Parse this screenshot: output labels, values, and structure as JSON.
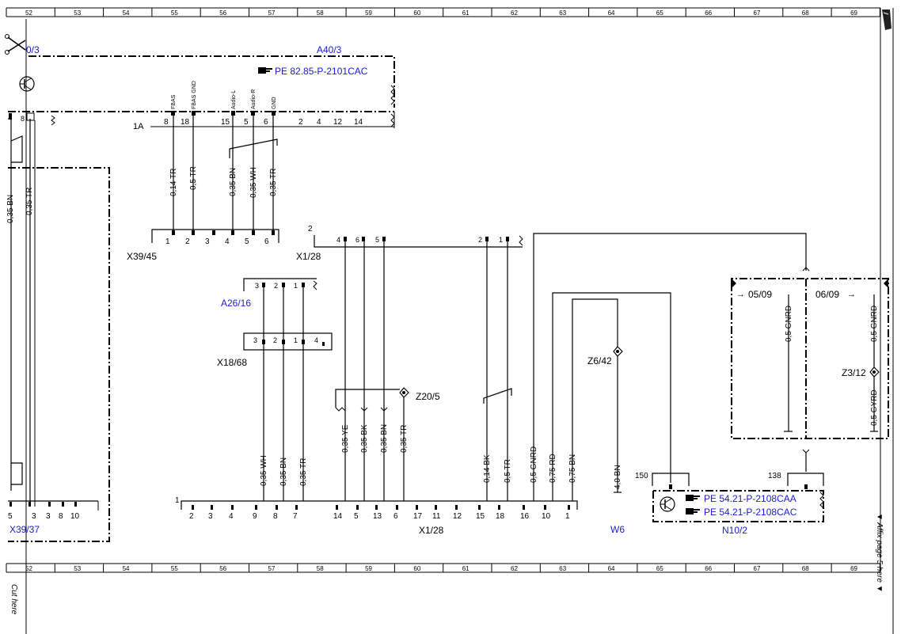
{
  "ruler": {
    "top": [
      "52",
      "53",
      "54",
      "55",
      "56",
      "57",
      "58",
      "59",
      "60",
      "61",
      "62",
      "63",
      "64",
      "65",
      "66",
      "67",
      "68",
      "69"
    ],
    "bottom": [
      "52",
      "53",
      "54",
      "55",
      "56",
      "57",
      "58",
      "59",
      "60",
      "61",
      "62",
      "63",
      "64",
      "65",
      "66",
      "67",
      "68",
      "69"
    ]
  },
  "margin_notes": {
    "cut_here": "Cut here",
    "affix": "▼ Affix page 5 here ▼"
  },
  "components": {
    "a40_ref_left": "0/3",
    "a40": "A40/3",
    "a40_pe": "PE 82.85-P-2101CAC",
    "a40_pin_names": [
      "FBAS",
      "FBAS GND",
      "Audio-L",
      "Audio-R",
      "GND"
    ],
    "a40_pins": [
      "8",
      "18",
      "15",
      "5",
      "6",
      "2",
      "4",
      "12",
      "14"
    ],
    "conn_1a": "1A",
    "x39_45": "X39/45",
    "x39_45_pins": [
      "1",
      "2",
      "3",
      "4",
      "5",
      "6"
    ],
    "x1_28_top": "X1/28",
    "x1_28_top_marker": "2",
    "x1_28_top_pins": [
      "4",
      "6",
      "5",
      "2",
      "1"
    ],
    "a26_16": "A26/16",
    "a26_16_pins": [
      "3",
      "2",
      "1"
    ],
    "x18_68": "X18/68",
    "x18_68_pins": [
      "3",
      "2",
      "1",
      "4"
    ],
    "z20_5": "Z20/5",
    "z6_42": "Z6/42",
    "z3_12": "Z3/12",
    "ref_05_09": "05/09",
    "ref_06_09": "06/09",
    "x39_37": "X39/37",
    "x39_37_pins": [
      "5",
      "3",
      "3",
      "8",
      "10"
    ],
    "left_pin_8": "8",
    "x1_28_bottom": "X1/28",
    "x1_28_bottom_marker": "1",
    "x1_28_bottom_pins": [
      "2",
      "3",
      "4",
      "9",
      "8",
      "7",
      "14",
      "5",
      "13",
      "6",
      "17",
      "11",
      "12",
      "15",
      "18",
      "16",
      "10",
      "1"
    ],
    "w6": "W6",
    "n10_2": "N10/2",
    "n10_pe1": "PE 54.21-P-2108CAA",
    "n10_pe2": "PE 54.21-P-2108CAC",
    "n10_pin_150": "150",
    "n10_pin_138": "138"
  },
  "wires": {
    "left_bn": "0,35 BN",
    "left_tr": "0,35 TR",
    "a40_w1": "0,14 TR",
    "a40_w2": "0,5 TR",
    "a40_w3": "0,35 BN",
    "a40_w4": "0,35 WH",
    "a40_w5": "0,35 TR",
    "x18_w1": "0,35 WH",
    "x18_w2": "0,35 BN",
    "x18_w3": "0,35 TR",
    "z20_w1": "0,35 YE",
    "z20_w2": "0,35 BK",
    "z20_w3": "0,35 BN",
    "z20_w4": "0,35 TR",
    "x1_w1": "0,14 BK",
    "x1_w2": "0,5 TR",
    "w_gnrd": "0,5 GNRD",
    "w_rd": "0,75 RD",
    "w_bn": "0,75 BN",
    "w6_wire": "4,0 BN",
    "z3_w1": "0,5 GNRD",
    "z3_w2": "0,5 GNRD",
    "z3_w3": "0,5 GYRD"
  },
  "icons": {
    "scissors": "scissors-icon",
    "transistor": "transistor-symbol-icon",
    "pointer": "pointing-hand-icon",
    "book": "book-corner-icon"
  }
}
